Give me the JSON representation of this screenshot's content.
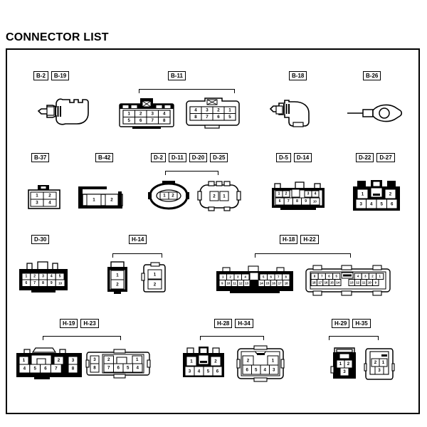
{
  "document": {
    "title": "CONNECTOR LIST"
  },
  "rows": [
    {
      "id": "row-1",
      "groups": [
        {
          "id": "group-b2-b19",
          "labels": [
            "B-2",
            "B-19"
          ],
          "bracket": false,
          "connectors": [
            {
              "id": "b2-b19-terminal",
              "shape": "blade-terminal",
              "pins": []
            }
          ]
        },
        {
          "id": "group-b11",
          "labels": [
            "B-11"
          ],
          "bracket": true,
          "connectors": [
            {
              "id": "b11-left",
              "shape": "rect-8pin",
              "pin_rows": [
                [
                  "1",
                  "2",
                  "3",
                  "4"
                ],
                [
                  "5",
                  "6",
                  "7",
                  "8"
                ]
              ]
            },
            {
              "id": "b11-right",
              "shape": "rect-8pin-mirror",
              "pin_rows": [
                [
                  "4",
                  "3",
                  "2",
                  "1"
                ],
                [
                  "8",
                  "7",
                  "6",
                  "5"
                ]
              ]
            }
          ]
        },
        {
          "id": "group-b18",
          "labels": [
            "B-18"
          ],
          "bracket": false,
          "connectors": [
            {
              "id": "b18-terminal",
              "shape": "blade-terminal-large",
              "pins": []
            }
          ]
        },
        {
          "id": "group-b26",
          "labels": [
            "B-26"
          ],
          "bracket": false,
          "connectors": [
            {
              "id": "b26-eyelet",
              "shape": "ring-terminal",
              "pins": []
            }
          ]
        }
      ]
    },
    {
      "id": "row-2",
      "groups": [
        {
          "id": "group-b37",
          "labels": [
            "B-37"
          ],
          "bracket": false,
          "connectors": [
            {
              "id": "b37",
              "shape": "rect-4pin",
              "pin_rows": [
                [
                  "1",
                  "2"
                ],
                [
                  "3",
                  "4"
                ]
              ]
            }
          ]
        },
        {
          "id": "group-b42",
          "labels": [
            "B-42"
          ],
          "bracket": false,
          "connectors": [
            {
              "id": "b42",
              "shape": "rect-2pin-wide",
              "pin_rows": [
                [
                  "1",
                  "2"
                ]
              ]
            }
          ]
        },
        {
          "id": "group-d2-d11-d20-d25",
          "labels": [
            "D-2",
            "D-11",
            "D-20",
            "D-25"
          ],
          "bracket": true,
          "connectors": [
            {
              "id": "d2-left",
              "shape": "oval-2pin",
              "pin_rows": [
                [
                  "1",
                  "2"
                ]
              ]
            },
            {
              "id": "d2-right",
              "shape": "oval-2pin-mirror",
              "pin_rows": [
                [
                  "2",
                  "1"
                ]
              ]
            }
          ]
        },
        {
          "id": "group-d5-d14",
          "labels": [
            "D-5",
            "D-14"
          ],
          "bracket": false,
          "connectors": [
            {
              "id": "d5-d14",
              "shape": "rect-10pin",
              "pin_rows": [
                [
                  "1",
                  "2",
                  "3",
                  "4"
                ],
                [
                  "6",
                  "7",
                  "8",
                  "9",
                  "10"
                ]
              ]
            }
          ]
        },
        {
          "id": "group-d22-d27",
          "labels": [
            "D-22",
            "D-27"
          ],
          "bracket": false,
          "connectors": [
            {
              "id": "d22-d27",
              "shape": "rect-6pin-split",
              "pin_rows": [
                [
                  "1",
                  "2"
                ],
                [
                  "3",
                  "4",
                  "5",
                  "6"
                ]
              ]
            }
          ]
        }
      ]
    },
    {
      "id": "row-3",
      "groups": [
        {
          "id": "group-d30",
          "labels": [
            "D-30"
          ],
          "bracket": false,
          "connectors": [
            {
              "id": "d30",
              "shape": "rect-10pin-black",
              "pin_rows": [
                [
                  "1",
                  "2",
                  "3",
                  "4",
                  "5"
                ],
                [
                  "6",
                  "7",
                  "8",
                  "9",
                  "10"
                ]
              ]
            }
          ]
        },
        {
          "id": "group-h14",
          "labels": [
            "H-14"
          ],
          "bracket": true,
          "connectors": [
            {
              "id": "h14-left",
              "shape": "vert-2pin",
              "pin_rows": [
                [
                  "1"
                ],
                [
                  "2"
                ]
              ]
            },
            {
              "id": "h14-right",
              "shape": "vert-2pin-mirror",
              "pin_rows": [
                [
                  "1"
                ],
                [
                  "2"
                ]
              ]
            }
          ]
        },
        {
          "id": "group-h18-h22",
          "labels": [
            "H-18",
            "H-22"
          ],
          "bracket": true,
          "connectors": [
            {
              "id": "h18-left",
              "shape": "rect-18pin",
              "pin_rows": [
                [
                  "1",
                  "2",
                  "3",
                  "4",
                  "5",
                  "6",
                  "7",
                  "8"
                ],
                [
                  "9",
                  "10",
                  "11",
                  "12",
                  "13",
                  "14",
                  "15",
                  "16",
                  "17",
                  "18"
                ]
              ]
            },
            {
              "id": "h22-right",
              "shape": "rect-18pin-mirror",
              "pin_rows": [
                [
                  "8",
                  "7",
                  "6",
                  "5",
                  "4",
                  "3",
                  "2",
                  "1"
                ],
                [
                  "18",
                  "17",
                  "16",
                  "15",
                  "14",
                  "13",
                  "12",
                  "11",
                  "10",
                  "9"
                ]
              ]
            }
          ]
        }
      ]
    },
    {
      "id": "row-4",
      "groups": [
        {
          "id": "group-h19-h23",
          "labels": [
            "H-19",
            "H-23"
          ],
          "bracket": true,
          "connectors": [
            {
              "id": "h19-left",
              "shape": "rect-8pin-notch",
              "pin_rows": [
                [
                  "1",
                  "2",
                  "3"
                ],
                [
                  "4",
                  "5",
                  "6",
                  "7",
                  "8"
                ]
              ]
            },
            {
              "id": "h23-right",
              "shape": "rect-8pin-notch-mirror",
              "pin_rows": [
                [
                  "3",
                  "2",
                  "1"
                ],
                [
                  "8",
                  "7",
                  "6",
                  "5",
                  "4"
                ]
              ]
            }
          ]
        },
        {
          "id": "group-h28-h34",
          "labels": [
            "H-28",
            "H-34"
          ],
          "bracket": true,
          "connectors": [
            {
              "id": "h28-left",
              "shape": "rect-6pin-tab",
              "pin_rows": [
                [
                  "1",
                  "2"
                ],
                [
                  "3",
                  "4",
                  "5",
                  "6"
                ]
              ]
            },
            {
              "id": "h34-right",
              "shape": "rect-6pin-tab-mirror",
              "pin_rows": [
                [
                  "2",
                  "1"
                ],
                [
                  "6",
                  "5",
                  "4",
                  "3"
                ]
              ]
            }
          ]
        },
        {
          "id": "group-h29-h35",
          "labels": [
            "H-29",
            "H-35"
          ],
          "bracket": true,
          "connectors": [
            {
              "id": "h29-left",
              "shape": "rect-3pin",
              "pin_rows": [
                [
                  "1",
                  "2"
                ],
                [
                  "3"
                ]
              ]
            },
            {
              "id": "h35-right",
              "shape": "rect-3pin-mirror",
              "pin_rows": [
                [
                  "2",
                  "1"
                ],
                [
                  "3"
                ]
              ]
            }
          ]
        }
      ]
    }
  ],
  "colors": {
    "ink": "#000000",
    "paper": "#ffffff"
  }
}
